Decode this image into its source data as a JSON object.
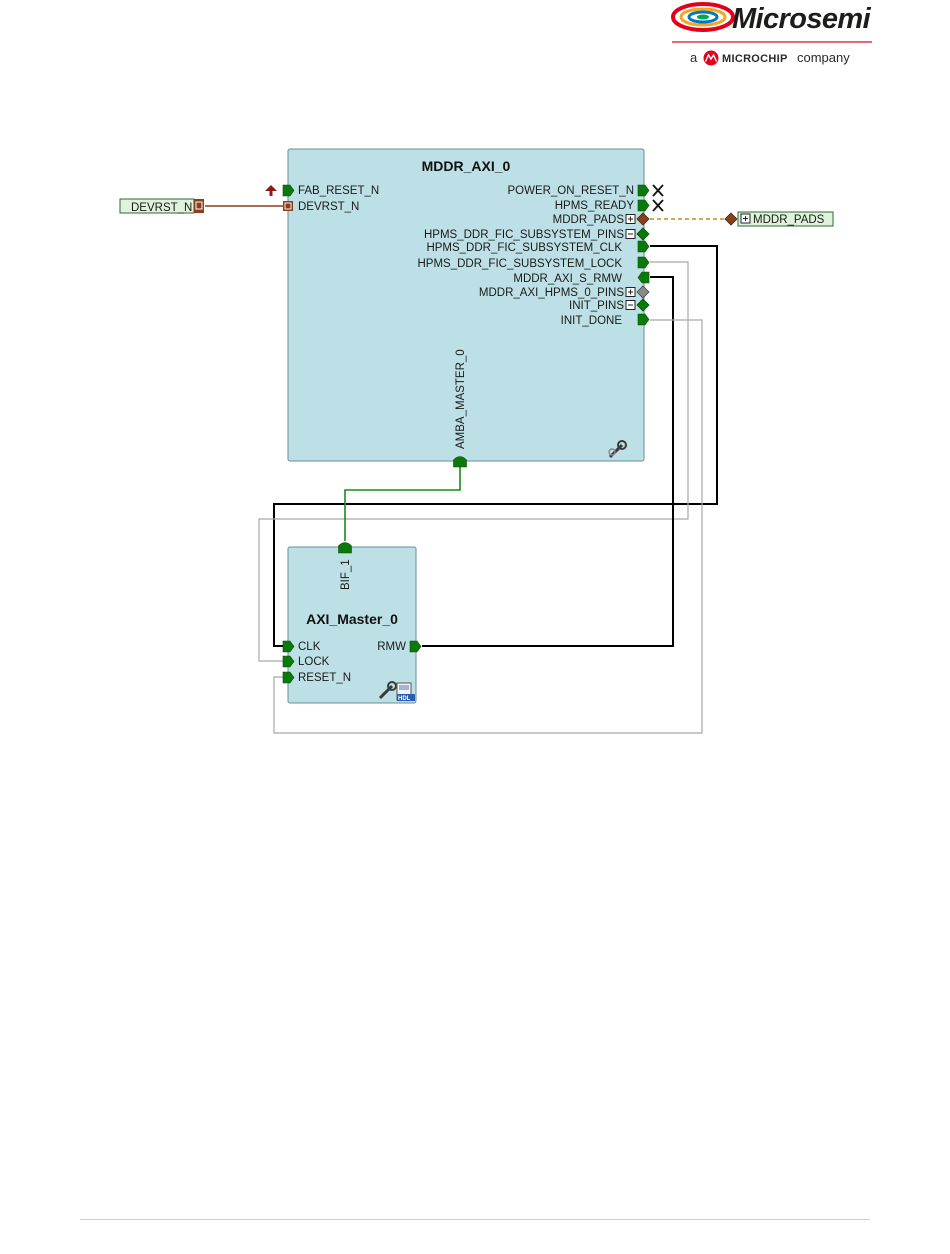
{
  "logo": {
    "brand": "Microsemi",
    "tagline_prefix": "a",
    "tagline_brand": "MICROCHIP",
    "tagline_suffix": "company"
  },
  "colors": {
    "block_fill": "#bde0e6",
    "block_border": "#6b8e94",
    "port_green": "#0b7a0b",
    "port_brown": "#8a3f1c",
    "port_gray": "#8a8a8a",
    "wire_black": "#000000",
    "wire_gray": "#a8a8a8",
    "wire_green": "#1a8a1a",
    "wire_brown": "#8a3f1c",
    "wire_dashed": "#c98b1a",
    "io_fill": "#dff2dc",
    "io_border": "#2e6b2e",
    "logo_red": "#e3001b",
    "footer_line": "#cfcfcf"
  },
  "blocks": {
    "mddr": {
      "title": "MDDR_AXI_0",
      "left_ports": [
        "FAB_RESET_N",
        "DEVRST_N"
      ],
      "right_ports": [
        "POWER_ON_RESET_N",
        "HPMS_READY",
        "MDDR_PADS",
        "HPMS_DDR_FIC_SUBSYSTEM_PINS",
        "HPMS_DDR_FIC_SUBSYSTEM_CLK",
        "HPMS_DDR_FIC_SUBSYSTEM_LOCK",
        "MDDR_AXI_S_RMW",
        "MDDR_AXI_HPMS_0_PINS",
        "INIT_PINS",
        "INIT_DONE"
      ],
      "bottom_port": "AMBA_MASTER_0",
      "tool_icon": "wrench-icon"
    },
    "axi": {
      "title": "AXI_Master_0",
      "top_port": "BIF_1",
      "left_ports": [
        "CLK",
        "LOCK",
        "RESET_N"
      ],
      "right_ports": [
        "RMW"
      ],
      "tool_icon": "wrench-icon",
      "hdl_icon": "hdl-icon"
    }
  },
  "io": {
    "devrst": "DEVRST_N",
    "mddr_pads": "MDDR_PADS"
  }
}
